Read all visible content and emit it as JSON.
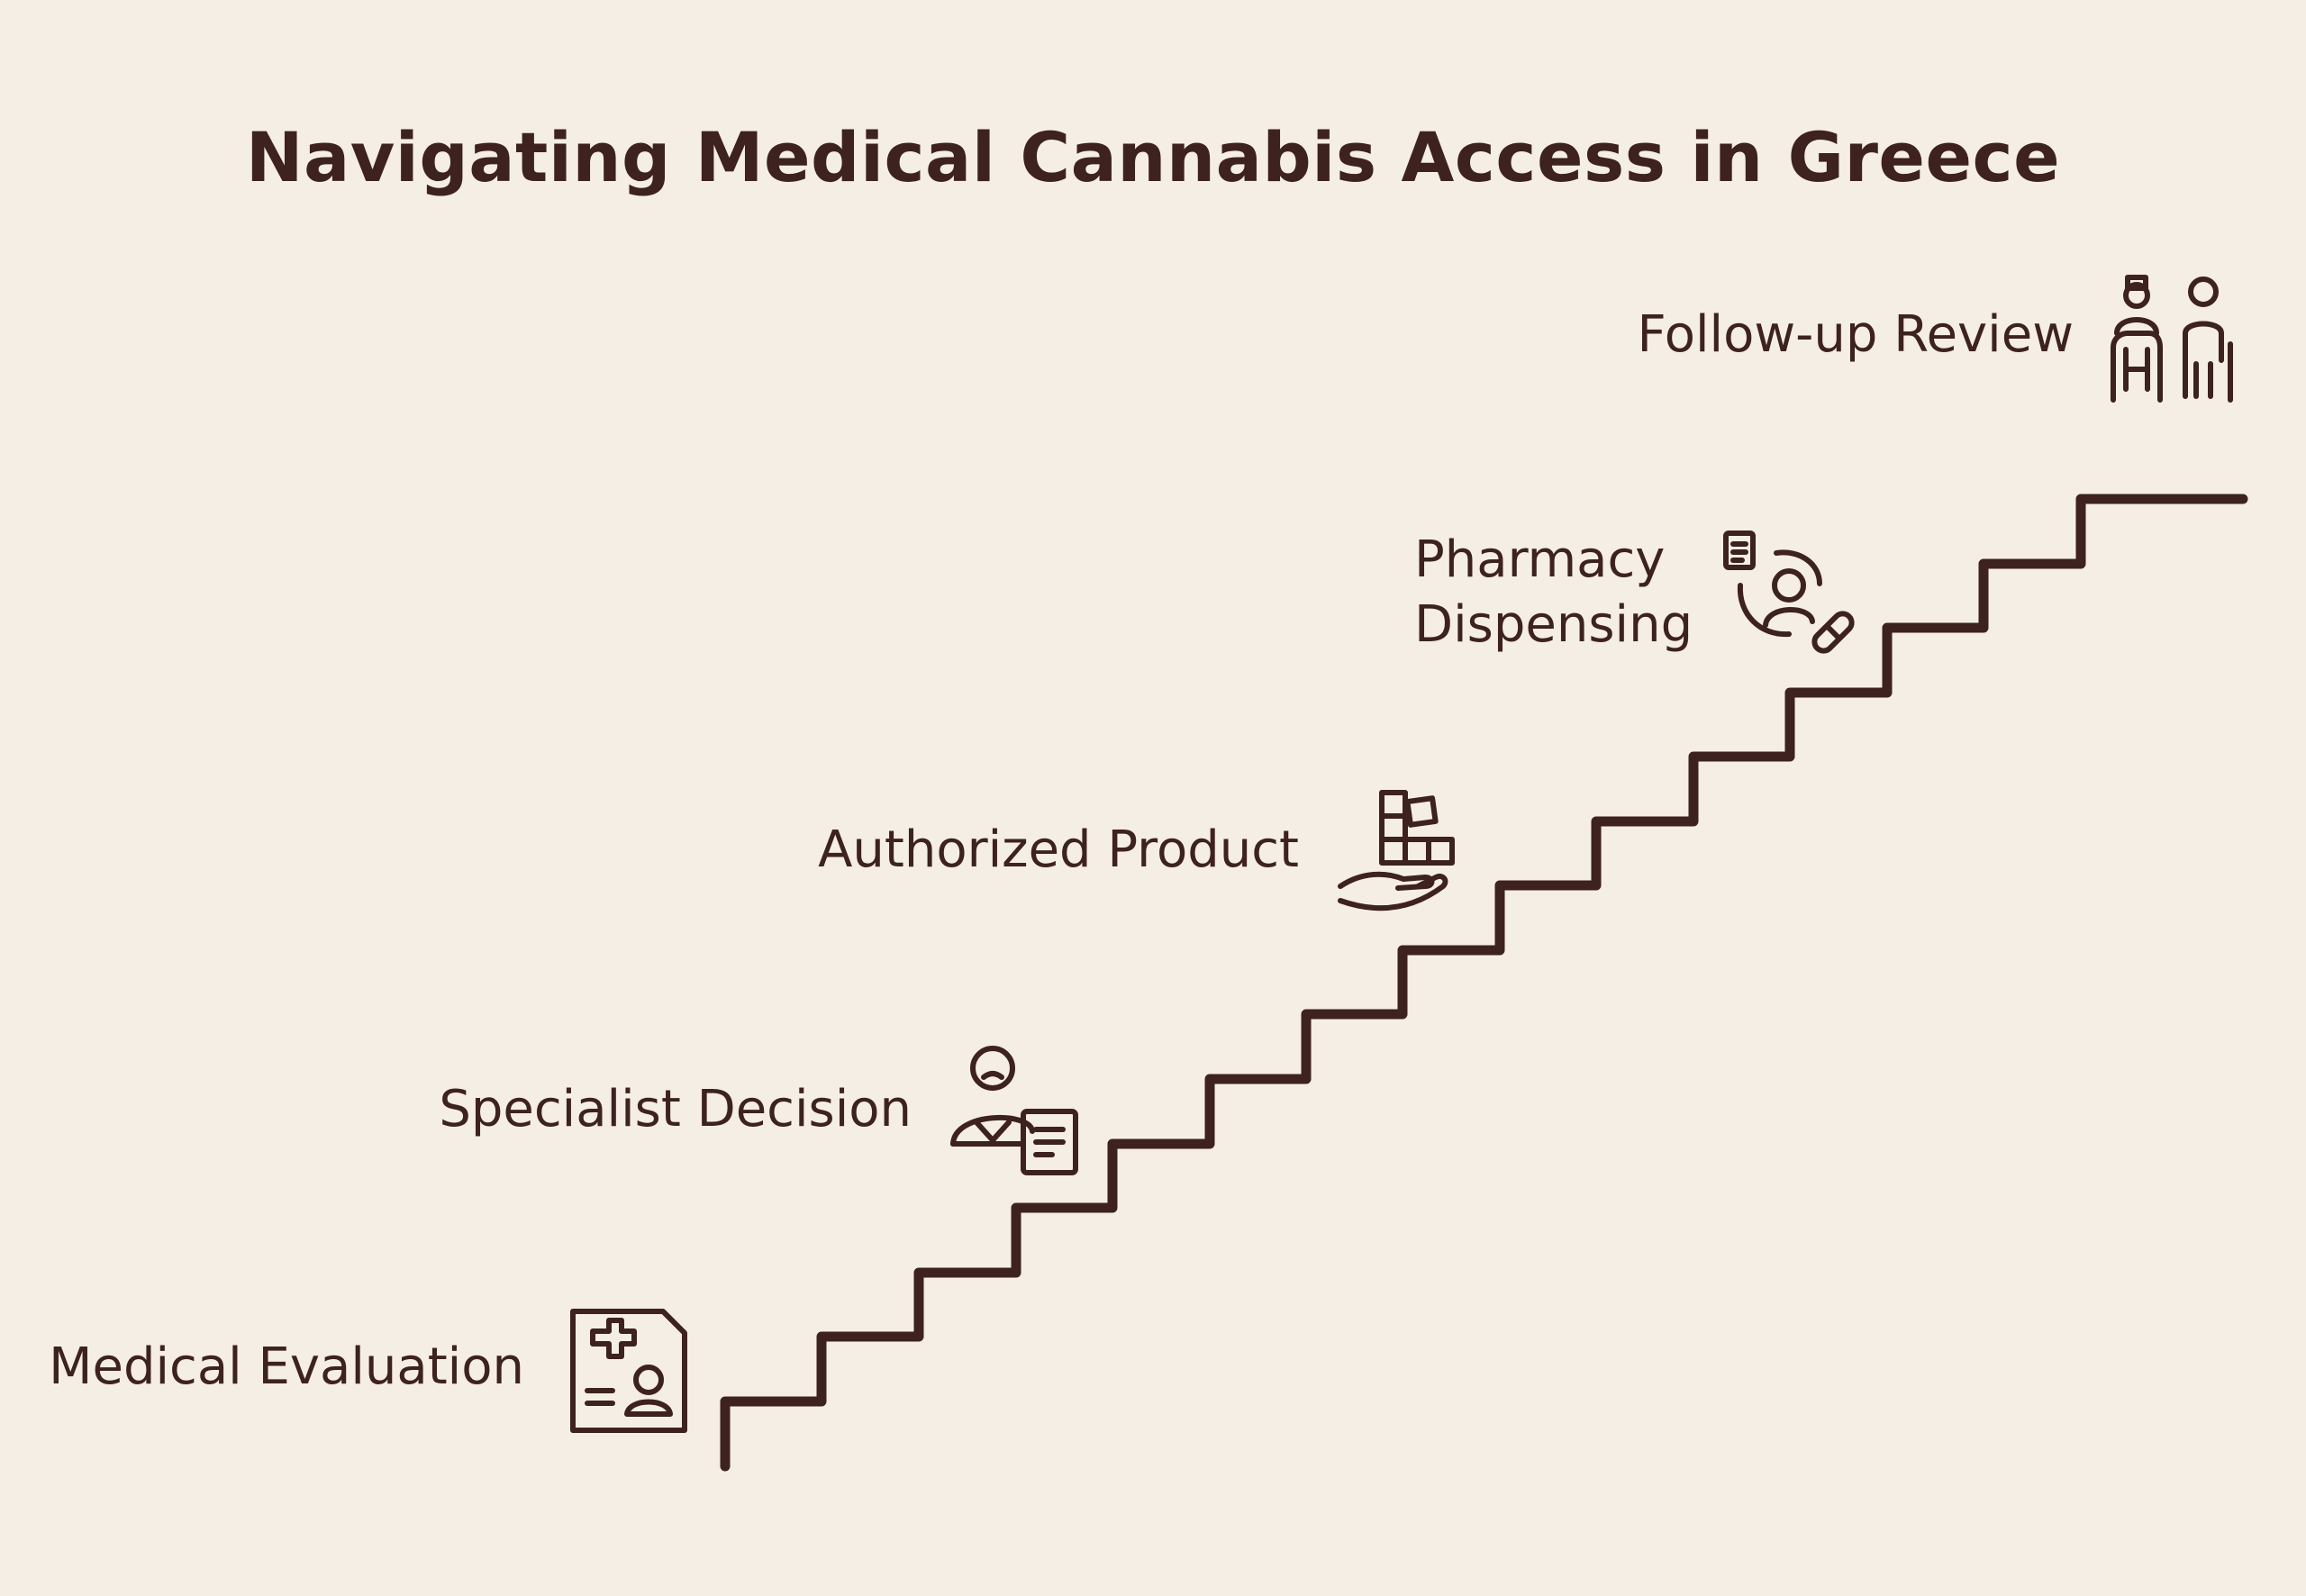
{
  "title": "Navigating Medical Cannabis Access in Greece",
  "steps": [
    {
      "label": "Medical Evaluation",
      "icon": "medical-record-icon"
    },
    {
      "label": "Specialist Decision",
      "icon": "doctor-document-icon"
    },
    {
      "label": "Authorized Product",
      "icon": "hand-boxes-icon"
    },
    {
      "label_lines": [
        "Pharmacy",
        "Dispensing"
      ],
      "icon": "pharmacist-pill-icon"
    },
    {
      "label": "Follow-up Review",
      "icon": "doctor-patient-icon"
    }
  ],
  "colors": {
    "background": "#f5eee5",
    "ink": "#3d2220"
  }
}
